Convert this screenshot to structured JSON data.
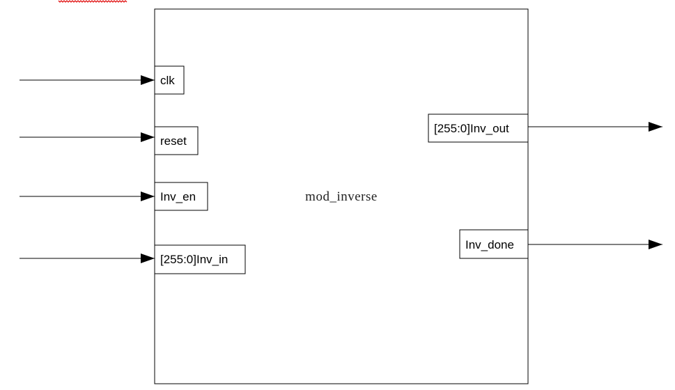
{
  "module": {
    "name": "mod_inverse"
  },
  "inputs": [
    {
      "label": "clk"
    },
    {
      "label": "reset"
    },
    {
      "label": "Inv_en"
    },
    {
      "label": "[255:0]Inv_in"
    }
  ],
  "outputs": [
    {
      "label": "[255:0]Inv_out"
    },
    {
      "label": "Inv_done"
    }
  ],
  "colors": {
    "line": "#000000",
    "background": "#ffffff",
    "spellcheck_underline": "#e01010"
  }
}
